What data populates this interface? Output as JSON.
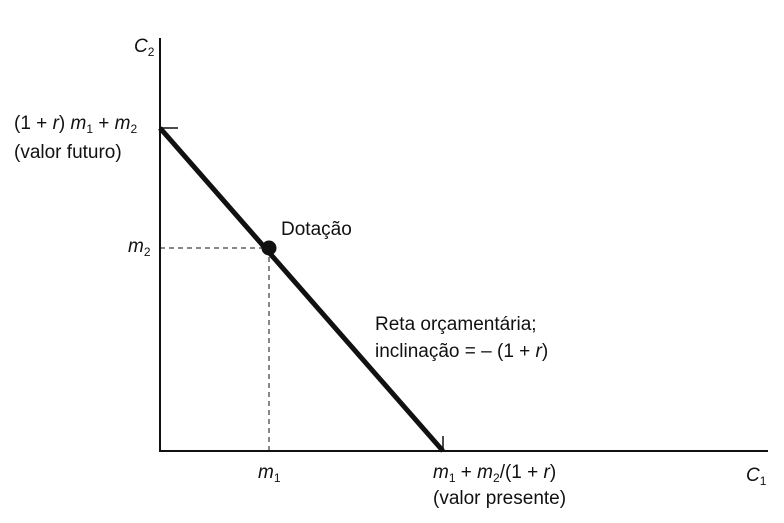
{
  "axes": {
    "y_label": "C",
    "y_sub": "2",
    "x_label": "C",
    "x_sub": "1"
  },
  "y_intercept": {
    "open": "(1 + ",
    "r": "r",
    "close": ") ",
    "m": "m",
    "sub1": "1",
    "plus": " + ",
    "m2": "m",
    "sub2": "2",
    "note": "(valor futuro)"
  },
  "m2_tick": {
    "m": "m",
    "sub": "2"
  },
  "m1_tick": {
    "m": "m",
    "sub": "1"
  },
  "x_intercept": {
    "m": "m",
    "sub1": "1",
    "plus": " + ",
    "m2": "m",
    "sub2": "2",
    "slash": "/(1 + ",
    "r": "r",
    "close": ")",
    "note": "(valor presente)"
  },
  "endowment": {
    "label": "Dotação"
  },
  "budget_line": {
    "line1": "Reta orçamentária;",
    "line2_pre": "inclinação = – (1 + ",
    "r": "r",
    "line2_post": ")"
  },
  "colors": {
    "ink": "#111111",
    "background": "#ffffff"
  }
}
